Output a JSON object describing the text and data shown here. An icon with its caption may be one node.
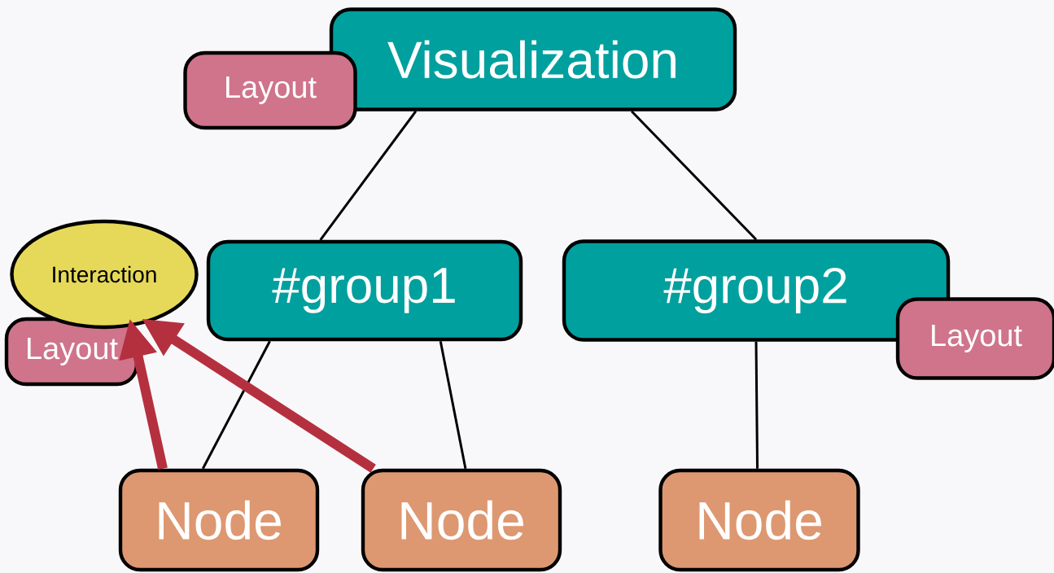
{
  "diagram": {
    "nodes": [
      {
        "text": [
          "Visualization"
        ]
      },
      {
        "text": [
          "Layout"
        ]
      },
      {
        "text": [
          "#group1"
        ]
      },
      {
        "text": [
          "Interaction"
        ]
      },
      {
        "text": [
          "Layout"
        ]
      },
      {
        "text": [
          "#group2"
        ]
      },
      {
        "text": [
          "Layout"
        ]
      },
      {
        "text": [
          "Node"
        ]
      },
      {
        "text": [
          "Node"
        ]
      },
      {
        "text": [
          "Node"
        ]
      }
    ],
    "edges": [
      {
        "from": 0,
        "to": 2,
        "arrow": "none"
      },
      {
        "from": 0,
        "to": 5,
        "arrow": "none"
      },
      {
        "from": 2,
        "to": 7,
        "arrow": "none"
      },
      {
        "from": 2,
        "to": 8,
        "arrow": "none"
      },
      {
        "from": 5,
        "to": 9,
        "arrow": "none"
      },
      {
        "from": 7,
        "to": 3,
        "arrow": "to",
        "style": "thick",
        "color": "#b5303f"
      },
      {
        "from": 8,
        "to": 3,
        "arrow": "to",
        "style": "thick",
        "color": "#b5303f"
      }
    ]
  }
}
